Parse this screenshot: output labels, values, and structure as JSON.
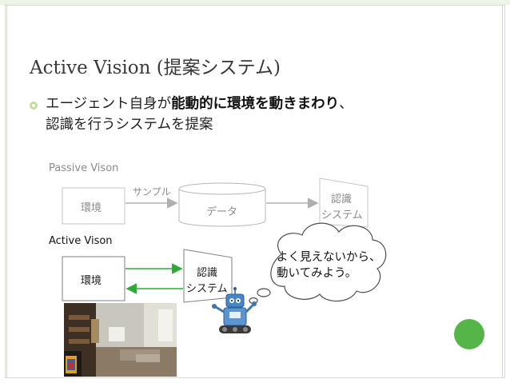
{
  "slide": {
    "title": "Active Vision (提案システム)",
    "bullet_line1_pre": "エージェント自身が",
    "bullet_line1_emph": "能動的に環境を動きまわり",
    "bullet_line1_post": "、",
    "bullet_line2": "認識を行うシステムを提案"
  },
  "passive": {
    "heading": "Passive Vison",
    "environment": "環境",
    "sample_label": "サンプル",
    "data": "データ",
    "recognition_line1": "認識",
    "recognition_line2": "システム"
  },
  "active": {
    "heading": "Active Vison",
    "environment": "環境",
    "recognition_line1": "認識",
    "recognition_line2": "システム",
    "thought_line1": "よく見えないから、",
    "thought_line2": "動いてみよう。"
  },
  "colors": {
    "bullet": "#c0df9f",
    "accent_green": "#55b548",
    "robot": "#4a86c5",
    "arrow_active": "#2eaa3a"
  }
}
